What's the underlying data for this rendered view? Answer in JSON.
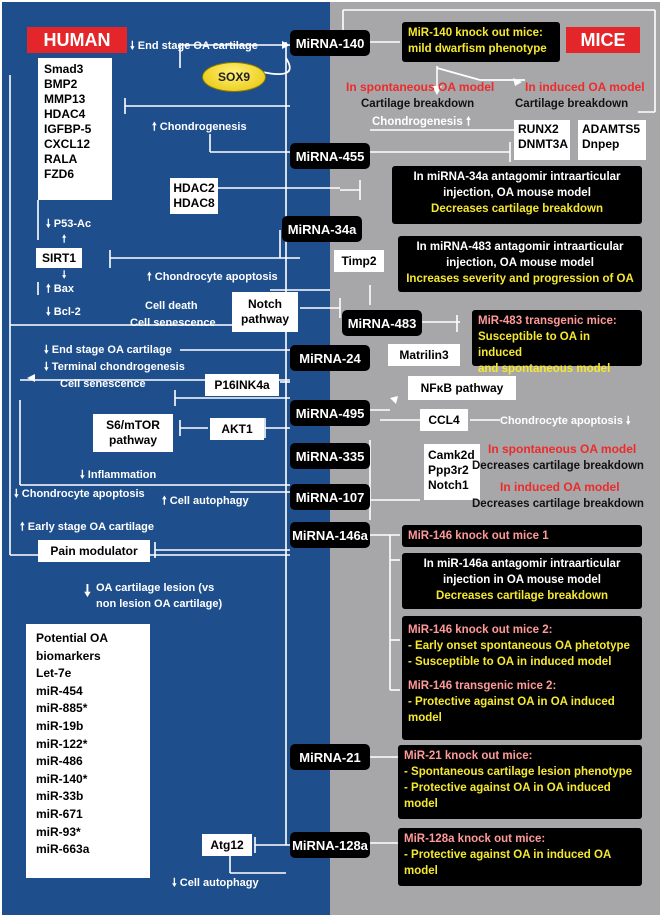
{
  "headers": {
    "human": "HUMAN",
    "mice": "MICE"
  },
  "sox9": "SOX9",
  "mirnas": {
    "m140": "MiRNA-140",
    "m455": "MiRNA-455",
    "m34a": "MiRNA-34a",
    "m483": "MiRNA-483",
    "m24": "MiRNA-24",
    "m495": "MiRNA-495",
    "m335": "MiRNA-335",
    "m107": "MiRNA-107",
    "m146a": "MiRNA-146a",
    "m21": "MiRNA-21",
    "m128a": "MiRNA-128a"
  },
  "human": {
    "end_stage_1": "End stage OA cartilage",
    "gene_list": [
      "Smad3",
      "BMP2",
      "MMP13",
      "HDAC4",
      "IGFBP-5",
      "CXCL12",
      "RALA",
      "FZD6"
    ],
    "chondrogenesis": "Chondrogenesis",
    "hdac": [
      "HDAC2",
      "HDAC8"
    ],
    "p53": "P53-Ac",
    "sirt1": "SIRT1",
    "bax": "Bax",
    "bcl2": "Bcl-2",
    "chondrocyte_apoptosis": "Chondrocyte apoptosis",
    "cell_death": "Cell death",
    "cell_senescence": "Cell senescence",
    "notch": [
      "Notch",
      "pathway"
    ],
    "end_stage_2": "End stage OA cartilage",
    "terminal_chondro": "Terminal chondrogenesis",
    "cell_senescence_2": "Cell senescence",
    "p16": "P16INK4a",
    "s6": [
      "S6/mTOR",
      "pathway"
    ],
    "akt1": "AKT1",
    "inflammation": "Inflammation",
    "chondro_apoptosis_2": "Chondrocyte apoptosis",
    "cell_autophagy": "Cell autophagy",
    "early_stage": "Early stage OA cartilage",
    "pain": "Pain modulator",
    "lesion": [
      "OA cartilage lesion (vs",
      "non lesion OA cartilage)"
    ],
    "biomarkers": [
      "Potential  OA",
      "biomarkers",
      "Let-7e",
      "miR-454",
      "miR-885*",
      "miR-19b",
      "miR-122*",
      "miR-486",
      "miR-140*",
      "miR-33b",
      "miR-671",
      "miR-93*",
      "miR-663a"
    ],
    "atg12": "Atg12",
    "cell_autophagy_2": "Cell autophagy"
  },
  "mice": {
    "ko140": [
      "MiR-140 knock out mice:",
      "mild dwarfism phenotype"
    ],
    "spont_model": "In spontaneous OA model",
    "induced_model": "In induced OA model",
    "cart_breakdown_1": "Cartilage breakdown",
    "cart_breakdown_2": "Cartilage breakdown",
    "chondrogenesis": "Chondrogenesis",
    "runx2": [
      "RUNX2",
      "DNMT3A"
    ],
    "adamts5": [
      "ADAMTS5",
      "Dnpep"
    ],
    "m34a_box": [
      "In miRNA-34a  antagomir intraarticular",
      "injection, OA mouse model",
      "Decreases cartilage breakdown"
    ],
    "timp2": "Timp2",
    "m483_box": [
      "In miRNA-483 antagomir intraarticular",
      "injection, OA mouse model",
      "Increases severity and progression of OA"
    ],
    "tg483": [
      "MiR-483 transgenic mice:",
      "Susceptible to OA in induced",
      "and spontaneous model"
    ],
    "matrilin3": "Matrilin3",
    "nfkb": "NFκB pathway",
    "ccl4": "CCL4",
    "chondro_apoptosis": "Chondrocyte apoptosis",
    "camk": [
      "Camk2d",
      "Ppp3r2",
      "Notch1"
    ],
    "spont2": "In spontaneous OA model",
    "dec1": "Decreases cartilage breakdown",
    "induced2": "In induced OA model",
    "dec2": "Decreases cartilage breakdown",
    "ko146_1": "MiR-146 knock out mice 1",
    "antagomir146": [
      "In miR-146a antagomir intraarticular",
      "injection in OA mouse model",
      "Decreases cartilage breakdown"
    ],
    "ko146_2": [
      "MiR-146 knock out mice 2:",
      "- Early onset spontaneous OA phetotype",
      "- Susceptible to OA in induced model"
    ],
    "tg146_2": [
      "MiR-146 transgenic mice 2:",
      "- Protective against OA in OA induced",
      "model"
    ],
    "ko21": [
      "MiR-21  knock out mice:",
      "-  Spontaneous cartilage lesion phenotype",
      "- Protective against OA in OA induced",
      "model"
    ],
    "ko128": [
      "MiR-128a knock out mice:",
      "- Protective against OA in induced OA",
      "model"
    ]
  },
  "colors": {
    "human_panel": "#1e4e8c",
    "mice_panel": "#a7a7a9",
    "header_red": "#e4262a",
    "highlight_yellow": "#f5e830",
    "pink": "#ff9999",
    "red": "#ee2a2a"
  }
}
